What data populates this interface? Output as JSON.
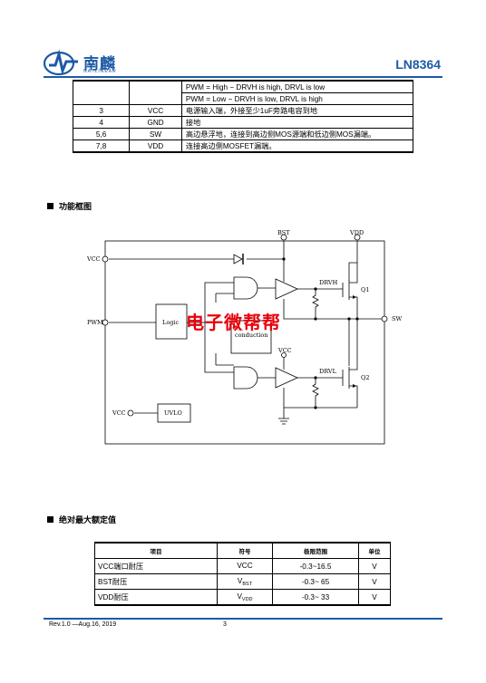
{
  "header": {
    "logo_cn": "南麟",
    "logo_en": "NATLINEAR",
    "model": "LN8364",
    "brand_color": "#1d5aa6"
  },
  "pin_table": {
    "pwm_desc_1": "PWM = High − DRVH is high, DRVL is low",
    "pwm_desc_2": "PWM = Low − DRVH is low, DRVL is high",
    "rows": [
      {
        "num": "3",
        "name": "VCC",
        "desc": "电源输入端，外接至少1uF旁路电容到地"
      },
      {
        "num": "4",
        "name": "GND",
        "desc": "接地"
      },
      {
        "num": "5,6",
        "name": "SW",
        "desc": "高边悬浮地，连接到高边侧MOS源端和低边侧MOS漏端。"
      },
      {
        "num": "7,8",
        "name": "VDD",
        "desc": "连接高边侧MOSFET漏端。"
      }
    ]
  },
  "section_block": "功能框图",
  "diagram": {
    "bst": "BST",
    "vdd": "VDD",
    "vcc_in": "VCC",
    "pwm": "PWM",
    "sw": "SW",
    "logic": "Logic",
    "conduction_1": "...",
    "conduction_2": "conduction",
    "vcc_low": "VCC",
    "drvh": "DRVH",
    "drvl": "DRVL",
    "q1": "Q1",
    "q2": "Q2",
    "uvlo_vcc": "VCC",
    "uvlo": "UVLO"
  },
  "watermark": "电子微帮帮",
  "section_abs": "绝对最大额定值",
  "abs_table": {
    "headers": [
      "项目",
      "符号",
      "极限范围",
      "单位"
    ],
    "rows": [
      {
        "item": "VCC端口耐压",
        "sym_main": "VCC",
        "sym_sub": "",
        "range": "-0.3~16.5",
        "unit": "V"
      },
      {
        "item": "BST耐压",
        "sym_main": "V",
        "sym_sub": "BST",
        "range": "-0.3~ 65",
        "unit": "V"
      },
      {
        "item": "VDD耐压",
        "sym_main": "V",
        "sym_sub": "VDD",
        "range": "-0.3~ 33",
        "unit": "V"
      }
    ]
  },
  "footer": {
    "rev": "Rev.1.0 —Aug.16, 2019",
    "page": "3"
  }
}
